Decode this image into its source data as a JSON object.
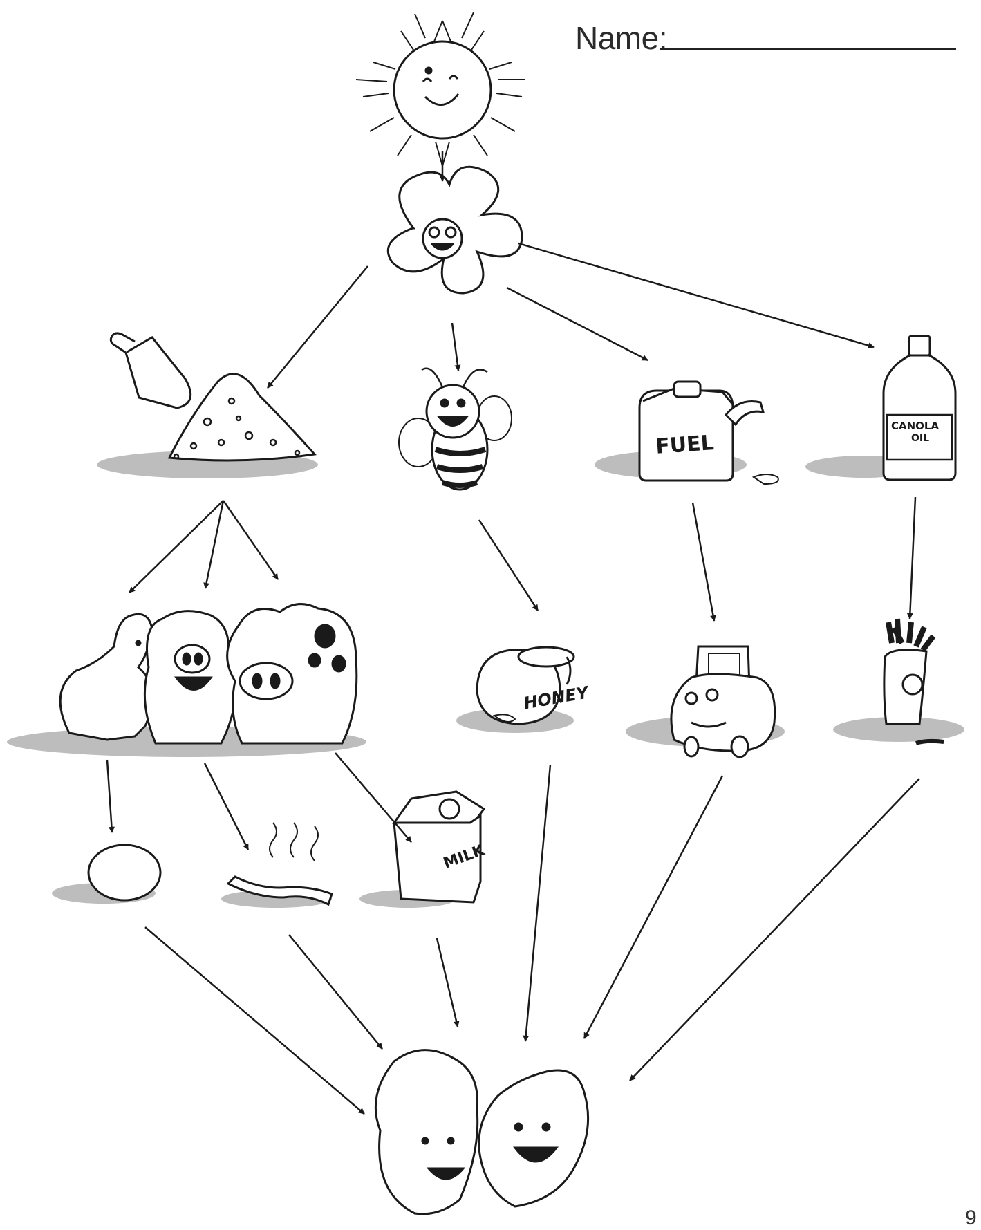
{
  "header": {
    "name_label": "Name:"
  },
  "labels": {
    "fuel": "FUEL",
    "honey": "HONEY",
    "canola_line1": "CANOLA",
    "canola_line2": "OIL",
    "milk": "MILK"
  },
  "page_number": "9",
  "colors": {
    "ink": "#1a1a1a",
    "shadow": "#bdbdbd",
    "paper": "#ffffff"
  }
}
